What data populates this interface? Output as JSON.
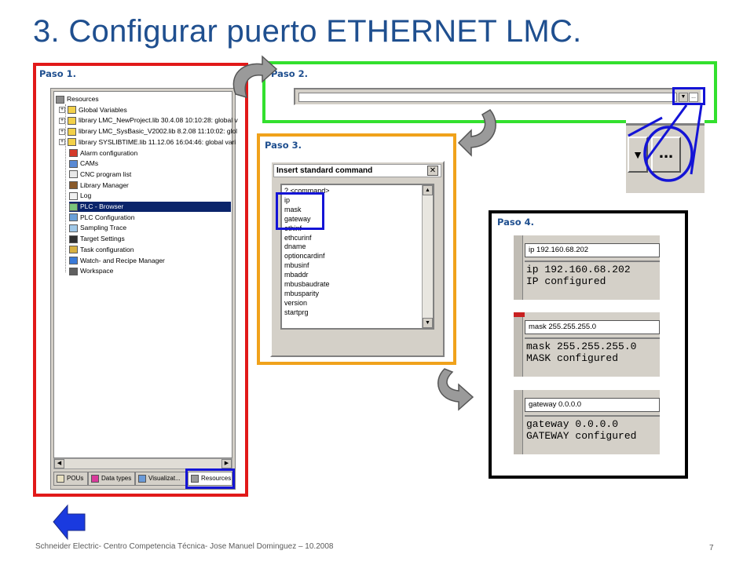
{
  "title": "3. Configurar puerto ETHERNET LMC.",
  "step1": {
    "label": "Paso 1.",
    "tree": [
      {
        "text": "Resources",
        "icon": "resources-icon",
        "color": "#8a8a8a",
        "pm": ""
      },
      {
        "text": "Global Variables",
        "icon": "folder-icon",
        "color": "#f2d04a",
        "pm": "+"
      },
      {
        "text": "library LMC_NewProject.lib 30.4.08 10:10:28: global v",
        "icon": "folder-icon",
        "color": "#f2d04a",
        "pm": "+"
      },
      {
        "text": "library LMC_SysBasic_V2002.lib 8.2.08 11:10:02: glol",
        "icon": "folder-icon",
        "color": "#f2d04a",
        "pm": "+"
      },
      {
        "text": "library SYSLIBTIME.lib 11.12.06 16:04:46: global vari",
        "icon": "folder-icon",
        "color": "#f2d04a",
        "pm": "+"
      },
      {
        "text": "Alarm configuration",
        "icon": "alarm-icon",
        "color": "#d43a2a",
        "pm": ""
      },
      {
        "text": "CAMs",
        "icon": "cams-icon",
        "color": "#5a8ad4",
        "pm": ""
      },
      {
        "text": "CNC program list",
        "icon": "cnc-icon",
        "color": "#e8e8e8",
        "pm": ""
      },
      {
        "text": "Library Manager",
        "icon": "library-icon",
        "color": "#8a5a2a",
        "pm": ""
      },
      {
        "text": "Log",
        "icon": "log-icon",
        "color": "#f0f0f0",
        "pm": ""
      },
      {
        "text": "PLC - Browser",
        "icon": "plc-browser-icon",
        "color": "#7ac47a",
        "pm": "",
        "selected": true
      },
      {
        "text": "PLC Configuration",
        "icon": "plc-config-icon",
        "color": "#6aa0d8",
        "pm": ""
      },
      {
        "text": "Sampling Trace",
        "icon": "trace-icon",
        "color": "#a0c8e8",
        "pm": ""
      },
      {
        "text": "Target Settings",
        "icon": "target-icon",
        "color": "#303030",
        "pm": ""
      },
      {
        "text": "Task configuration",
        "icon": "task-icon",
        "color": "#d8b040",
        "pm": ""
      },
      {
        "text": "Watch- and Recipe Manager",
        "icon": "watch-icon",
        "color": "#3a7ad8",
        "pm": ""
      },
      {
        "text": "Workspace",
        "icon": "workspace-icon",
        "color": "#606060",
        "pm": ""
      }
    ],
    "tabs": [
      {
        "label": "POUs",
        "icon": "pous-icon"
      },
      {
        "label": "Data types",
        "icon": "data-types-icon"
      },
      {
        "label": "Visualizat...",
        "icon": "visualization-icon"
      },
      {
        "label": "Resources",
        "icon": "resources-tab-icon"
      }
    ]
  },
  "step2": {
    "label": "Paso 2.",
    "combo_value": "",
    "dots": "...",
    "dropdown_arrow": "▼"
  },
  "step3": {
    "label": "Paso 3.",
    "dialog_title": "Insert standard command",
    "close_glyph": "✕",
    "commands": [
      "? <command>",
      "ip",
      "mask",
      "gateway",
      "ethinf",
      "ethcurinf",
      "dname",
      "optioncardinf",
      "mbusinf",
      "mbaddr",
      "mbusbaudrate",
      "mbusparity",
      "version",
      "startprg"
    ]
  },
  "step4": {
    "label": "Paso 4.",
    "terminals": [
      {
        "cmd": "ip 192.160.68.202",
        "out1": "ip 192.160.68.202",
        "out2": "IP configured"
      },
      {
        "cmd": "mask 255.255.255.0",
        "out1": "mask 255.255.255.0",
        "out2": "MASK configured"
      },
      {
        "cmd": "gateway 0.0.0.0",
        "out1": "gateway 0.0.0.0",
        "out2": "GATEWAY configured"
      }
    ]
  },
  "footer": "Schneider Electric- Centro Competencia Técnica- Jose Manuel Dominguez – 10.2008",
  "page_number": "7",
  "colors": {
    "title": "#1f4f8f",
    "step1_border": "#e11919",
    "step2_border": "#33e02e",
    "step3_border": "#f0a21b",
    "step4_border": "#000000",
    "highlight": "#1414d6",
    "back_arrow": "#1a3adf"
  }
}
